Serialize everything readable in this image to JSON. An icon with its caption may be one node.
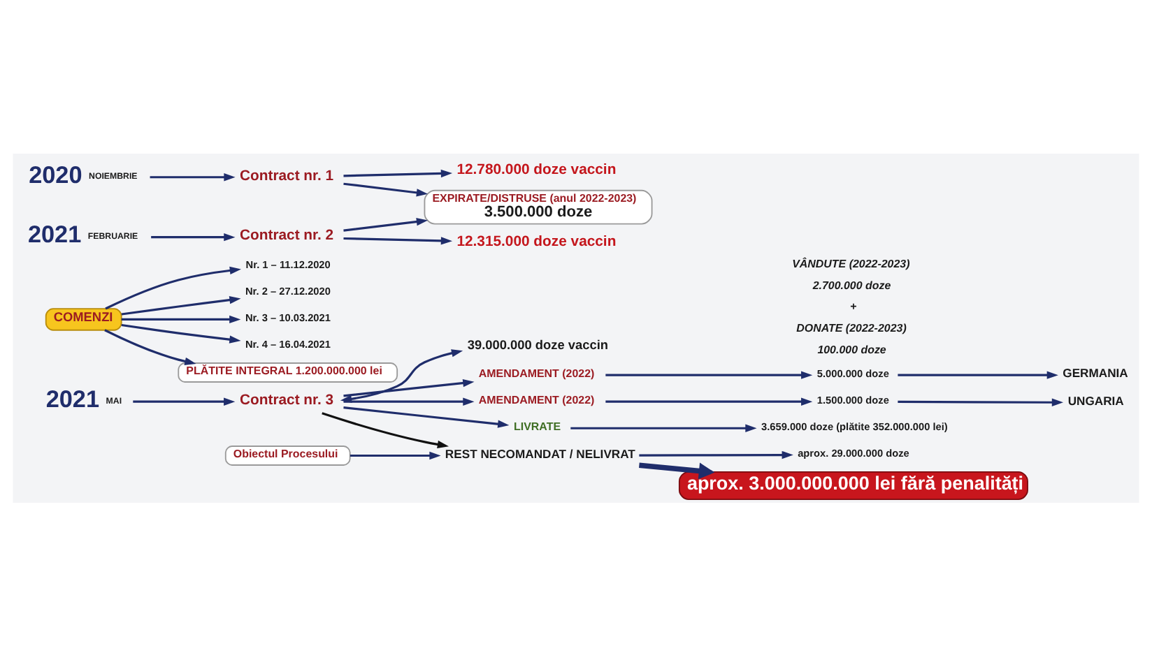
{
  "diagram": {
    "nodes": [
      {
        "text": [
          "2020"
        ],
        "beside": [
          "NOIEMBRIE"
        ]
      },
      {
        "text": [
          "Contract nr. 1"
        ]
      },
      {
        "text": [
          "2021"
        ],
        "beside": [
          "FEBRUARIE"
        ]
      },
      {
        "text": [
          "Contract nr. 2"
        ]
      },
      {
        "text": [
          "12.780.000 doze vaccin"
        ]
      },
      {
        "text": [
          "12.315.000 doze vaccin"
        ]
      },
      {
        "text": [
          "EXPIRATE/DISTRUSE (anul 2022-2023)",
          "3.500.000 doze"
        ]
      },
      {
        "text": [
          "COMENZI"
        ]
      },
      {
        "text": [
          "Nr. 1 – 11.12.2020"
        ]
      },
      {
        "text": [
          "Nr. 2 – 27.12.2020"
        ]
      },
      {
        "text": [
          "Nr. 3 – 10.03.2021"
        ]
      },
      {
        "text": [
          "Nr. 4 – 16.04.2021"
        ]
      },
      {
        "text": [
          "PLĂTITE INTEGRAL 1.200.000.000 lei"
        ]
      },
      {
        "text": [
          "2021"
        ],
        "beside": [
          "MAI"
        ]
      },
      {
        "text": [
          "Contract nr. 3"
        ]
      },
      {
        "text": [
          "39.000.000 doze vaccin"
        ]
      },
      {
        "text": [
          "AMENDAMENT (2022)"
        ]
      },
      {
        "text": [
          "5.000.000 doze"
        ]
      },
      {
        "text": [
          "GERMANIA"
        ]
      },
      {
        "text": [
          "AMENDAMENT (2022)"
        ]
      },
      {
        "text": [
          "1.500.000 doze"
        ]
      },
      {
        "text": [
          "UNGARIA"
        ]
      },
      {
        "text": [
          "LIVRATE"
        ]
      },
      {
        "text": [
          "3.659.000 doze (plătite 352.000.000 lei)"
        ]
      },
      {
        "text": [
          "Obiectul Procesului"
        ]
      },
      {
        "text": [
          "REST NECOMANDAT / NELIVRAT"
        ]
      },
      {
        "text": [
          "aprox. 29.000.000 doze"
        ]
      },
      {
        "text": [
          "aprox. 3.000.000.000 lei fără penalități"
        ]
      }
    ],
    "edges": [
      {
        "from": 0,
        "to": 1,
        "arrow": "to"
      },
      {
        "from": 2,
        "to": 3,
        "arrow": "to"
      },
      {
        "from": 1,
        "to": 4,
        "arrow": "to"
      },
      {
        "from": 3,
        "to": 5,
        "arrow": "to"
      },
      {
        "from": 1,
        "to": 6,
        "arrow": "to"
      },
      {
        "from": 3,
        "to": 6,
        "arrow": "to"
      },
      {
        "from": 7,
        "to": 8,
        "arrow": "to"
      },
      {
        "from": 7,
        "to": 9,
        "arrow": "to"
      },
      {
        "from": 7,
        "to": 10,
        "arrow": "to"
      },
      {
        "from": 7,
        "to": 11,
        "arrow": "to"
      },
      {
        "from": 7,
        "to": 12,
        "arrow": "to"
      },
      {
        "from": 13,
        "to": 14,
        "arrow": "to"
      },
      {
        "from": 14,
        "to": 15,
        "arrow": "both"
      },
      {
        "from": 14,
        "to": 16,
        "arrow": "to"
      },
      {
        "from": 14,
        "to": 19,
        "arrow": "to"
      },
      {
        "from": 14,
        "to": 22,
        "arrow": "to"
      },
      {
        "from": 14,
        "to": 25,
        "arrow": "to",
        "color": "#111111"
      },
      {
        "from": 16,
        "to": 17,
        "arrow": "to"
      },
      {
        "from": 17,
        "to": 18,
        "arrow": "to"
      },
      {
        "from": 19,
        "to": 20,
        "arrow": "to"
      },
      {
        "from": 20,
        "to": 21,
        "arrow": "to"
      },
      {
        "from": 22,
        "to": 23,
        "arrow": "to"
      },
      {
        "from": 24,
        "to": 25,
        "arrow": "to"
      },
      {
        "from": 25,
        "to": 26,
        "arrow": "to"
      },
      {
        "from": 25,
        "to": 27,
        "arrow": "to",
        "style": "thick"
      }
    ],
    "labels": [
      "VÂNDUTE (2022-2023)",
      "2.700.000 doze",
      "+",
      "DONATE (2022-2023)",
      "100.000 doze"
    ]
  }
}
